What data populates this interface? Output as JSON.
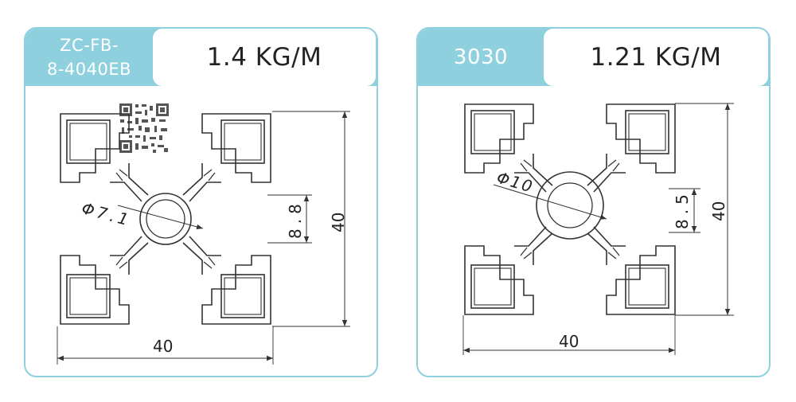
{
  "left_card": {
    "code_line1": "ZC-FB-",
    "code_line2": "8-4040EB",
    "weight": "1.4 KG/M",
    "hole_diameter": "Φ7.1",
    "slot_dimension": "8.8",
    "height_dimension": "40",
    "width_dimension": "40"
  },
  "right_card": {
    "code": "3030",
    "weight": "1.21 KG/M",
    "hole_diameter": "Φ10",
    "slot_dimension": "8.5",
    "height_dimension": "40",
    "width_dimension": "40"
  },
  "colors": {
    "accent": "#8fd0de",
    "line": "#333333"
  }
}
